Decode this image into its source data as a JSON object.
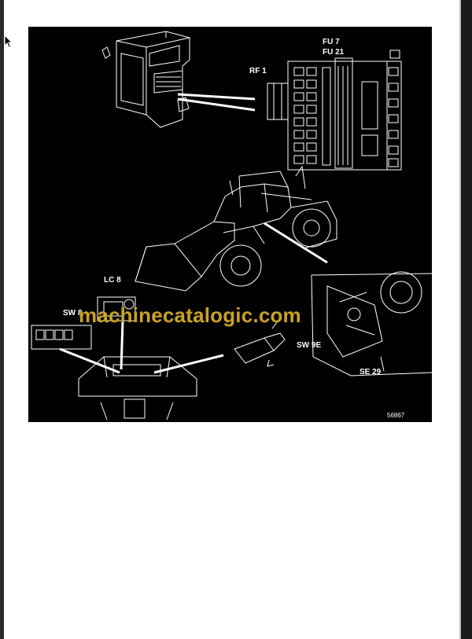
{
  "figure": {
    "labels": {
      "fu7": "FU 7",
      "fu21": "FU 21",
      "rf1": "RF 1",
      "lc8": "LC 8",
      "sw8": "SW 8",
      "sw9e": "SW 9E",
      "se29": "SE 29"
    },
    "figure_number": "56867"
  },
  "watermark": "machinecatalogic.com",
  "colors": {
    "background": "#000000",
    "linework": "#ffffff",
    "watermark": "#c9a227"
  },
  "icons": [
    "mouse-pointer-icon"
  ]
}
